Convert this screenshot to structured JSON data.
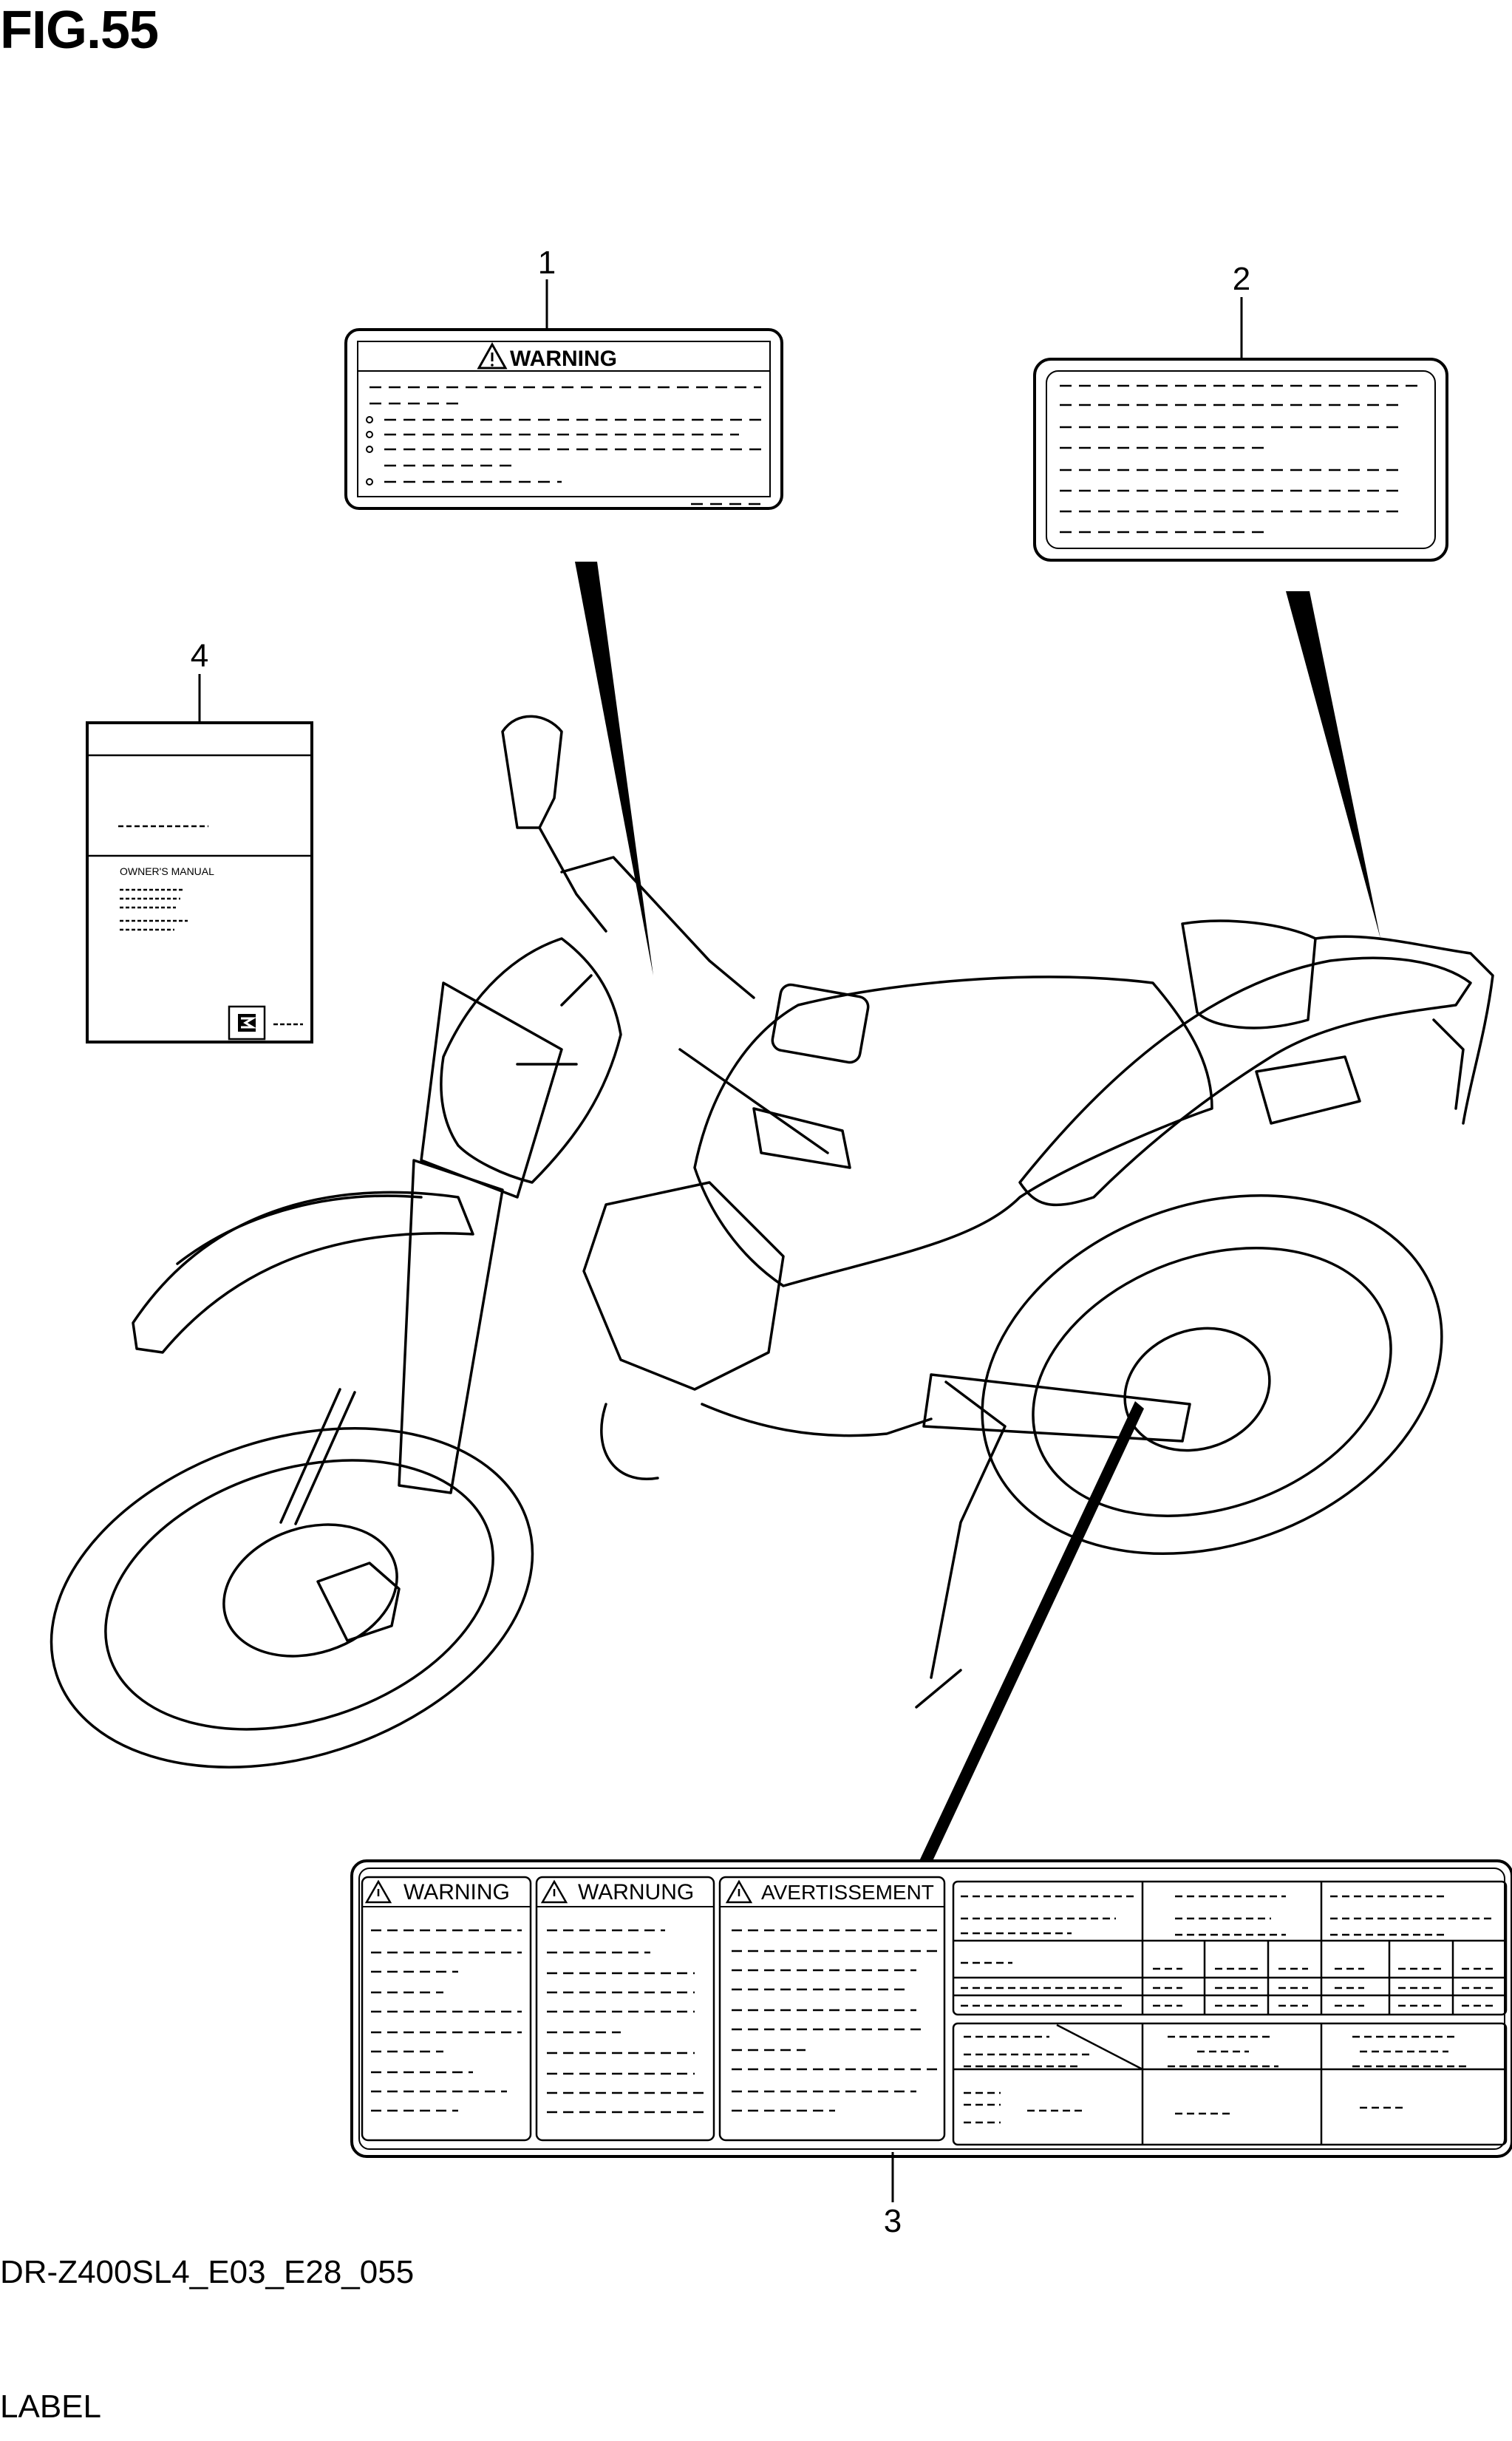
{
  "figure": {
    "title": "FIG.55",
    "code": "DR-Z400SL4_E03_E28_055",
    "name": "LABEL"
  },
  "callouts": [
    "1",
    "2",
    "3",
    "4"
  ],
  "label1": {
    "heading": "WARNING"
  },
  "label3": {
    "headings": [
      "WARNING",
      "WARNUNG",
      "AVERTISSEMENT"
    ]
  },
  "label4": {
    "manual_text": "OWNER'S MANUAL"
  }
}
